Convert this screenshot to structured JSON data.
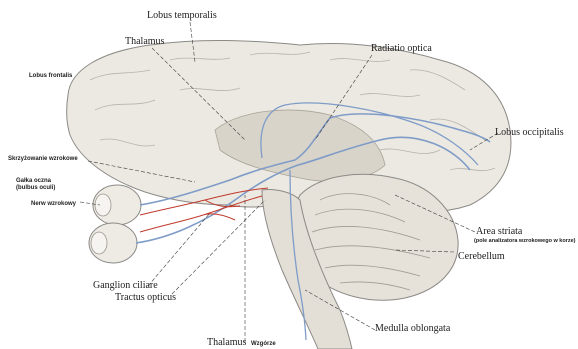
{
  "labels": {
    "lobus_temporalis": "Lobus temporalis",
    "thalamus_top": "Thalamus",
    "radiatio_optica": "Radiatio optica",
    "lobus_frontalis": "Lobus frontalis",
    "lobus_occipitalis": "Lobus occipitalis",
    "skrzyzowanie_wzrokowe": "Skrzyżowanie wzrokowe",
    "galka_oczna_line1": "Gałka oczna",
    "galka_oczna_line2": "(bulbus oculi)",
    "nerw_wzrokowy": "Nerw wzrokowy",
    "area_striata": "Area striata",
    "pole_analizatora": "(pole analizatora wzrokowego w korze)",
    "cerebellum": "Cerebellum",
    "ganglion_ciliare": "Ganglion ciliare",
    "tractus_opticus": "Tractus opticus",
    "medulla_oblongata": "Medulla oblongata",
    "thalamus_bottom": "Thalamus",
    "wzgorze": "Wzgórze"
  },
  "colors": {
    "brain_fill": "#ece9e2",
    "brain_shade": "#d9d4ca",
    "outline": "#8c8a86",
    "pathway_blue": "#7f9cc8",
    "nerve_red": "#c0392b",
    "leader": "#3b3b3b"
  }
}
